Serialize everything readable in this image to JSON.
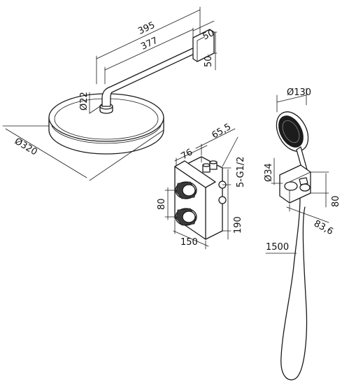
{
  "overhead_shower": {
    "arm_length_total": "395",
    "arm_length": "377",
    "wall_plate_depth": "50",
    "wall_plate_height": "50",
    "arm_diameter": "Ø22",
    "head_diameter": "Ø320"
  },
  "thermostat": {
    "depth_total": "65,5",
    "depth_body": "76",
    "connection": "5-G1/2",
    "knob_spacing": "80",
    "height": "190",
    "width": "150"
  },
  "hand_shower": {
    "head_diameter": "Ø130",
    "holder_diameter": "Ø34",
    "holder_height": "80",
    "holder_depth": "83,6",
    "hose_length": "1500"
  }
}
